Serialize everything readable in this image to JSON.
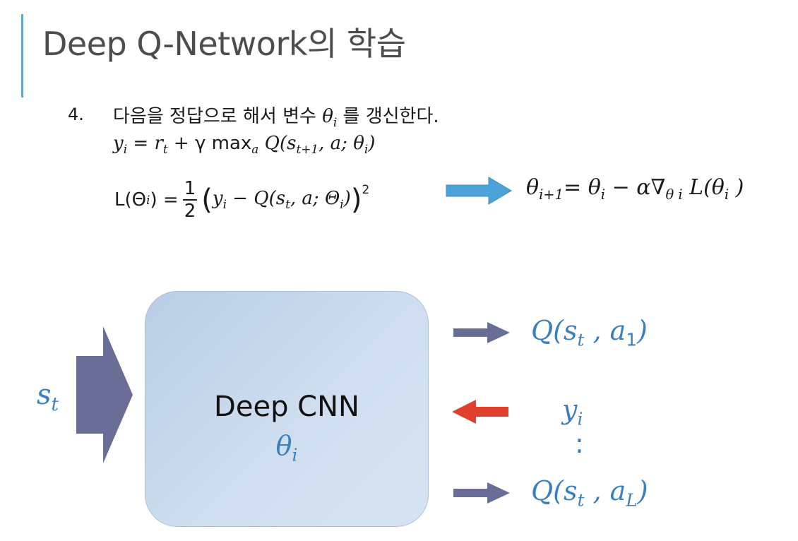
{
  "slide": {
    "title": "Deep Q-Network의 학습",
    "step_number": "4.",
    "step_text_before": "다음을 정답으로 해서 변수",
    "step_text_after": "를 갱신한다.",
    "theta": "θ",
    "theta_sub": "i",
    "target_equation": {
      "lhs": "y",
      "lhs_sub": "i",
      "eq": " = ",
      "r": "r",
      "r_sub": "t",
      "plus_gamma_max": " + γ max",
      "max_sub": "a",
      "q_open": " Q(s",
      "s_sub": "t+1",
      "rest": ", a; θ",
      "theta_sub": "i",
      "close": ")"
    },
    "loss_equation": {
      "lhs": "L(Θ",
      "lhs_sub": "i",
      "lhs_close": ") =",
      "frac_num": "1",
      "frac_den": "2",
      "paren_open": "(",
      "y": "y",
      "y_sub": "i",
      "minus_q": " − Q(s",
      "s_sub": "t",
      "rest": ", a; Θ",
      "theta_sub": "i",
      "inner_close": ")",
      "paren_close": ")",
      "power": "2"
    },
    "update_equation": {
      "theta": "θ",
      "sub_next": "i+1",
      "eq": "= θ",
      "sub_i": "i",
      "minus_alpha_grad": " − α∇",
      "grad_sub": "θ i",
      "loss": " L(θ",
      "loss_sub": "i",
      "close": " )"
    }
  },
  "diagram": {
    "input_label": "s",
    "input_sub": "t",
    "network_title": "Deep CNN",
    "network_param": "θ",
    "network_param_sub": "i",
    "output_first": "Q(s",
    "output_first_s_sub": "t",
    "output_first_mid": " , a",
    "output_first_a_sub": "1",
    "output_first_close": ")",
    "target_label": "y",
    "target_sub": "i",
    "ellipsis": ":",
    "output_last": "Q(s",
    "output_last_s_sub": "t",
    "output_last_mid": " ,  a",
    "output_last_a_sub": "L",
    "output_last_close": ")",
    "colors": {
      "accent": "#5fa8c8",
      "math_blue": "#3a7fc0",
      "update_arrow": "#4ba3d9",
      "io_arrow": "#6a6e96",
      "target_arrow": "#e2402e",
      "box_fill": "#c5d7eb"
    }
  }
}
